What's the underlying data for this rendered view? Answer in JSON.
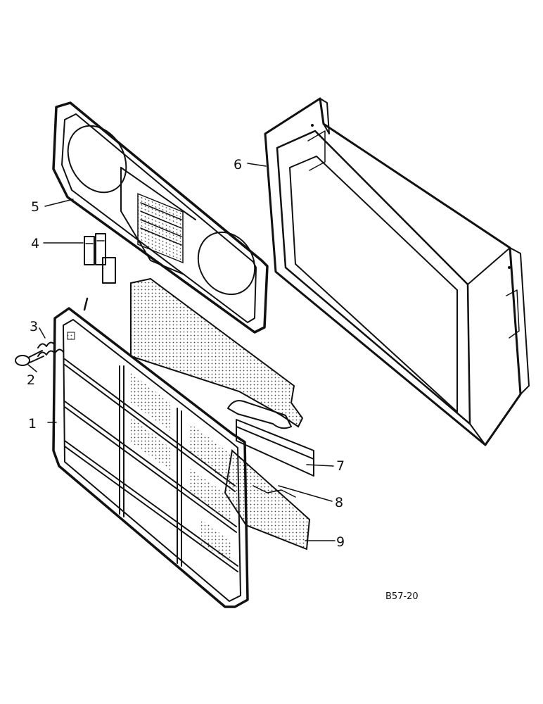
{
  "diagram": {
    "callouts": {
      "c1": "1",
      "c2": "2",
      "c3": "3",
      "c4": "4",
      "c5": "5",
      "c6": "6",
      "c7": "7",
      "c8": "8",
      "c9": "9"
    },
    "figure_code": "B57-20"
  }
}
